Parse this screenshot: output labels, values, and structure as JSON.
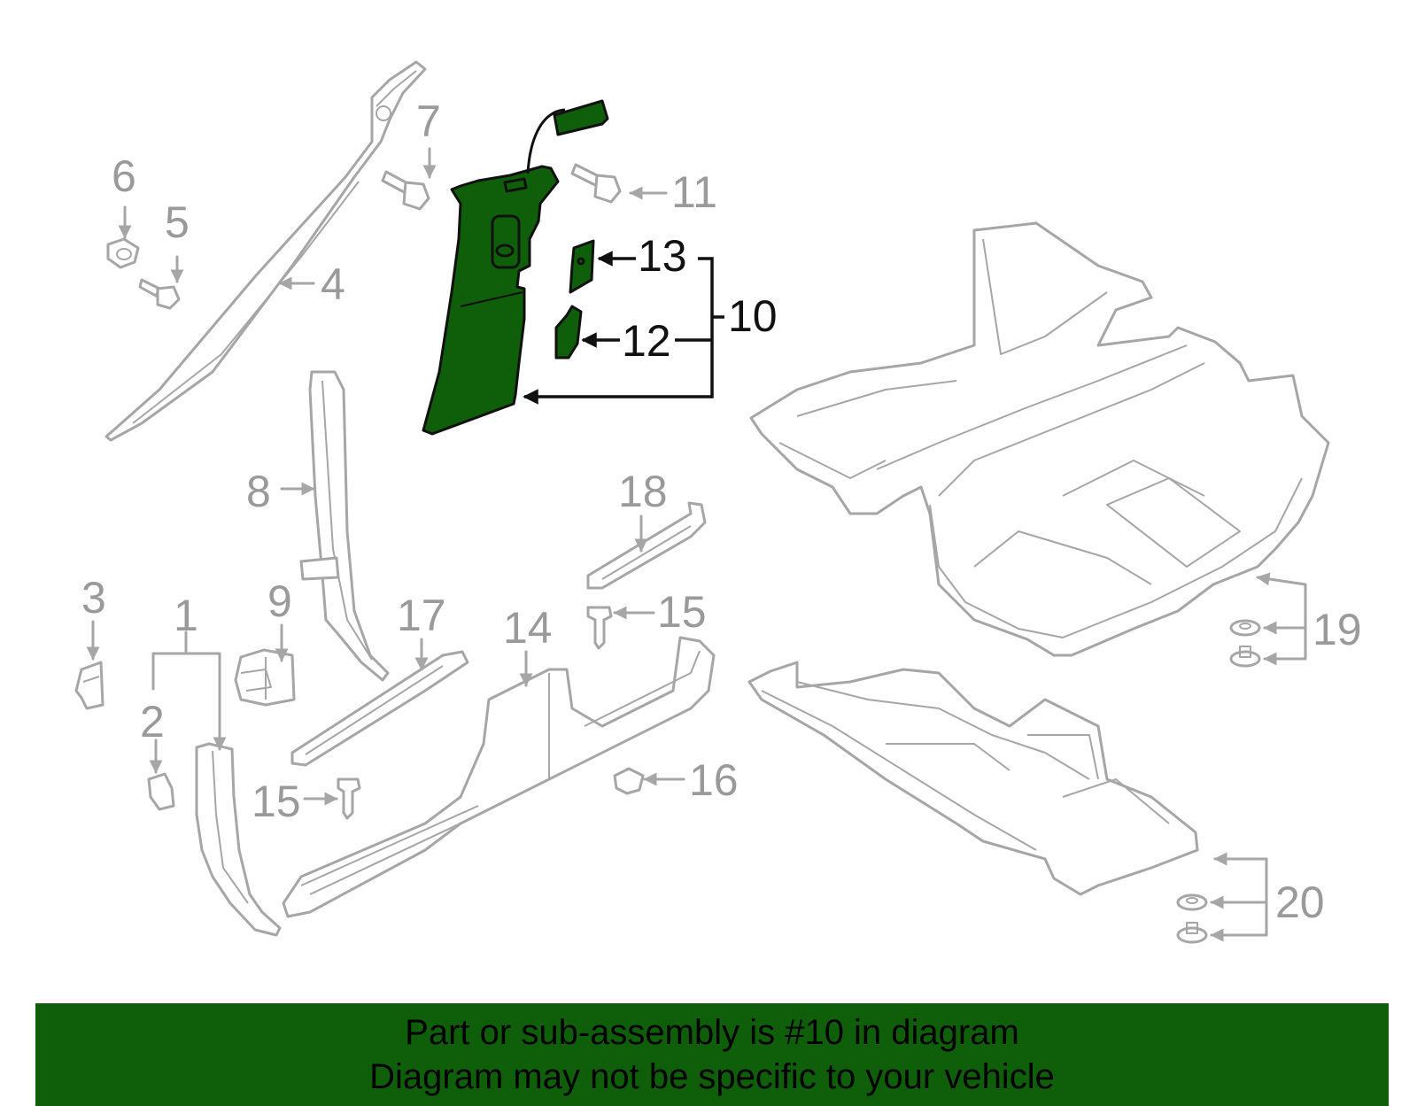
{
  "diagram": {
    "callouts": {
      "c1": "1",
      "c2": "2",
      "c3": "3",
      "c4": "4",
      "c5": "5",
      "c6": "6",
      "c7": "7",
      "c8": "8",
      "c9": "9",
      "c10": "10",
      "c11": "11",
      "c12": "12",
      "c13": "13",
      "c14": "14",
      "c15a": "15",
      "c15b": "15",
      "c16": "16",
      "c17": "17",
      "c18": "18",
      "c19": "19",
      "c20": "20"
    },
    "highlight_color": "#0f5e0a",
    "highlighted_part": "10"
  },
  "banner": {
    "line1": "Part or sub-assembly is #10 in diagram",
    "line2": "Diagram may not be specific to your vehicle"
  }
}
